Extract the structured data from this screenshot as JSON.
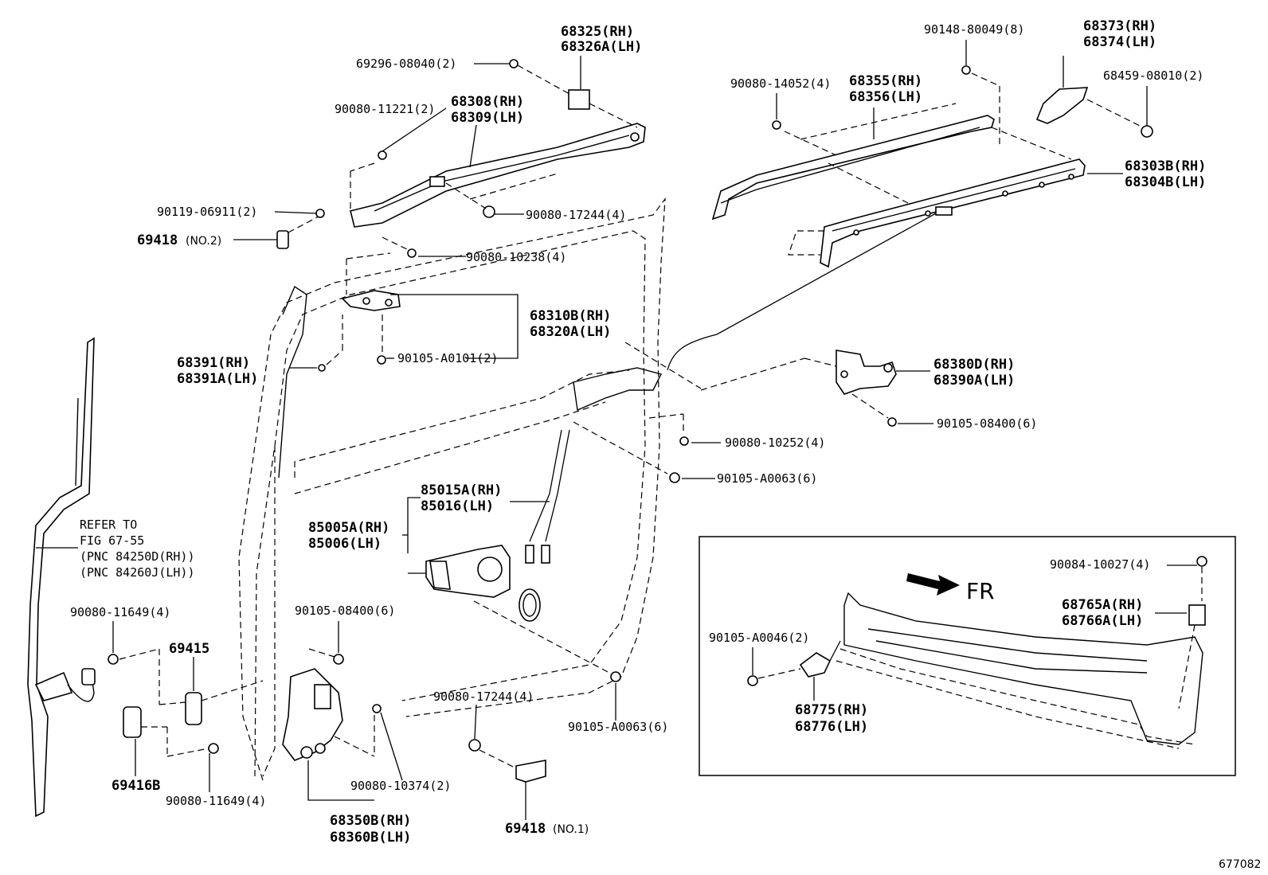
{
  "diagram": {
    "figure_number": "677082",
    "direction_label": "FR",
    "refer_note": {
      "line1": "REFER TO",
      "line2": "FIG 67-55",
      "line3": "(PNC 84250D(RH))",
      "line4": "(PNC 84260J(LH))"
    },
    "callouts": {
      "p69296": "69296-08040(2)",
      "p68325": "68325(RH)",
      "p68326": "68326A(LH)",
      "p90080_11221": "90080-11221(2)",
      "p68308": "68308(RH)",
      "p68309": "68309(LH)",
      "p90119": "90119-06911(2)",
      "p69418_no2_num": "69418",
      "p69418_no2_sfx": "(NO.2)",
      "p90080_17244_top": "90080-17244(4)",
      "p90080_10238": "90080-10238(4)",
      "p68310": "68310B(RH)",
      "p68320": "68320A(LH)",
      "p68391": "68391(RH)",
      "p68391a": "68391A(LH)",
      "p90105_a0101": "90105-A0101(2)",
      "p90148": "90148-80049(8)",
      "p68373": "68373(RH)",
      "p68374": "68374(LH)",
      "p90080_14052": "90080-14052(4)",
      "p68355": "68355(RH)",
      "p68356": "68356(LH)",
      "p68459": "68459-08010(2)",
      "p68303": "68303B(RH)",
      "p68304": "68304B(LH)",
      "p68380": "68380D(RH)",
      "p68390": "68390A(LH)",
      "p90105_08400_r": "90105-08400(6)",
      "p90080_10252": "90080-10252(4)",
      "p90105_a0063_r": "90105-A0063(6)",
      "p85015": "85015A(RH)",
      "p85016": "85016(LH)",
      "p85005": "85005A(RH)",
      "p85006": "85006(LH)",
      "p90080_11649_a": "90080-11649(4)",
      "p69415": "69415",
      "p90105_08400_l": "90105-08400(6)",
      "p69416": "69416B",
      "p90080_11649_b": "90080-11649(4)",
      "p90080_17244_bot": "90080-17244(4)",
      "p90080_10374": "90080-10374(2)",
      "p90105_a0063_b": "90105-A0063(6)",
      "p68350": "68350B(RH)",
      "p68360": "68360B(LH)",
      "p69418_no1_num": "69418",
      "p69418_no1_sfx": "(NO.1)",
      "p90084": "90084-10027(4)",
      "p68765": "68765A(RH)",
      "p68766": "68766A(LH)",
      "p90105_a0046": "90105-A0046(2)",
      "p68775": "68775(RH)",
      "p68776": "68776(LH)"
    }
  }
}
